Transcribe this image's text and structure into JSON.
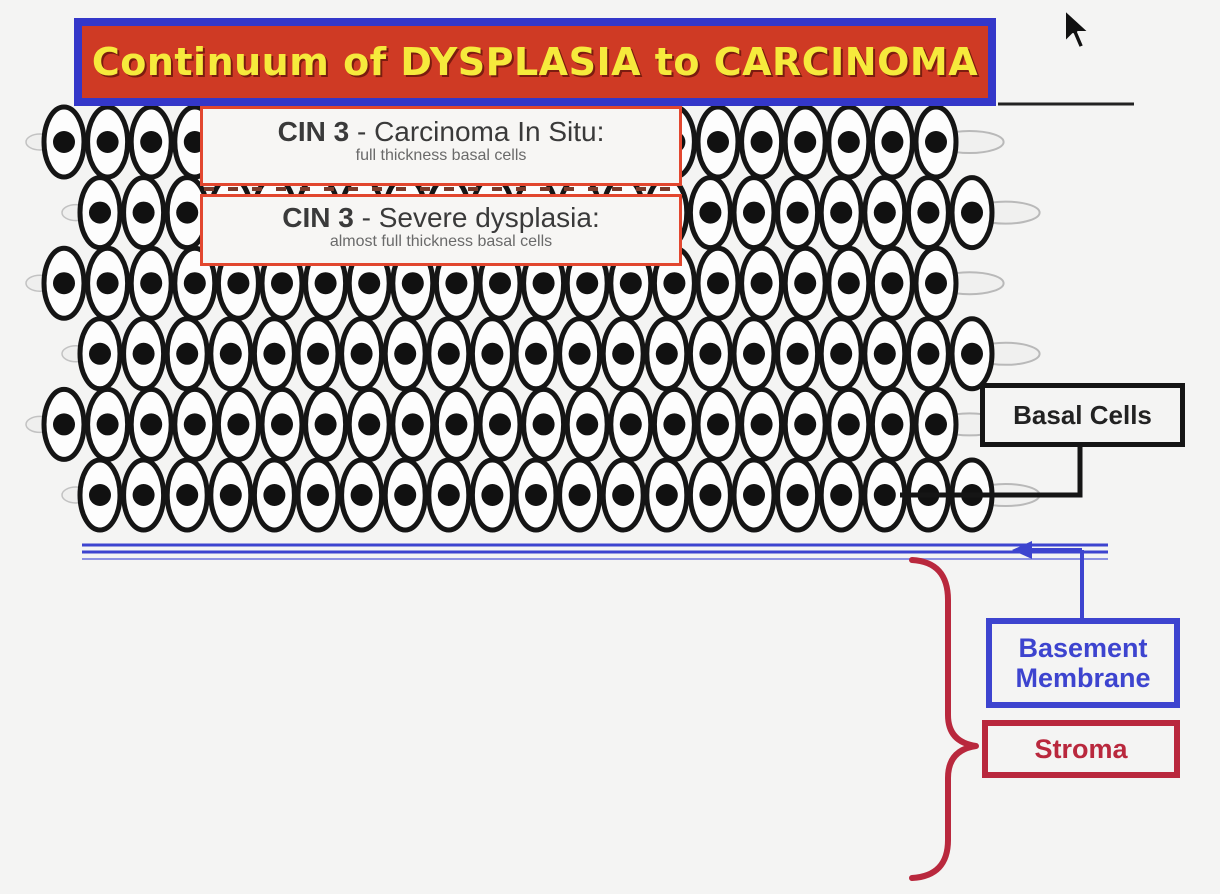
{
  "title": "Continuum of DYSPLASIA to CARCINOMA",
  "labels": {
    "cin_carcinoma_in_situ": {
      "grade": "CIN 3",
      "separator": " - ",
      "name": "Carcinoma In Situ:",
      "detail": "full thickness basal cells"
    },
    "cin_severe_dysplasia": {
      "grade": "CIN 3",
      "separator": " - ",
      "name": "Severe dysplasia:",
      "detail": "almost full thickness basal cells"
    }
  },
  "callouts": {
    "basal_cells": "Basal Cells",
    "basement_membrane_line1": "Basement",
    "basement_membrane_line2": "Membrane",
    "stroma": "Stroma"
  },
  "epithelium": {
    "layers": 6,
    "cells_per_layer": 21
  },
  "colors": {
    "title_background": "#cf3a24",
    "title_border": "#3437c9",
    "title_text": "#f6ea3c",
    "label_border": "#e2472f",
    "basement_membrane": "#3d44cf",
    "stroma": "#b9283d",
    "basal_cells": "#151515",
    "nucleus": "#111111"
  }
}
